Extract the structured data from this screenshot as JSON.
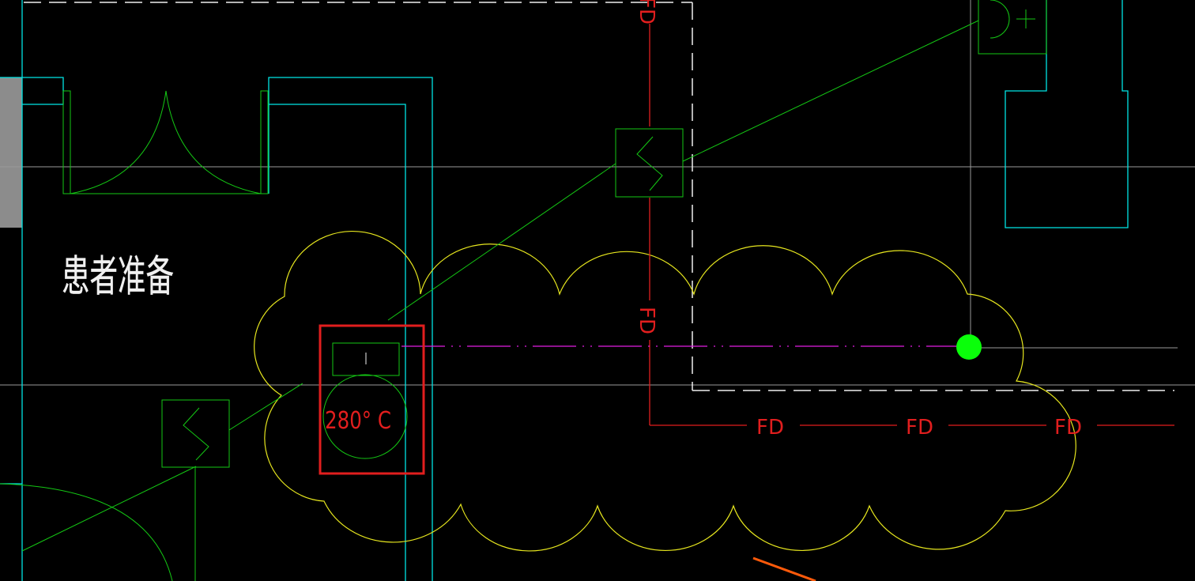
{
  "room_label": "患者准备",
  "fire_damper_rating": "280° C",
  "fd_labels": [
    "FD",
    "FD",
    "FD",
    "FD"
  ],
  "partial_label_top": "FD",
  "colors": {
    "background": "#000000",
    "wall_cyan": "#00e5e5",
    "grid_gray": "#9a9a9a",
    "green": "#14c814",
    "yellow": "#e6e61e",
    "red": "#e11e1e",
    "magenta": "#e11ee1",
    "white": "#f0f0f0",
    "node_green": "#0aff0a",
    "orange": "#ff5a0a"
  }
}
